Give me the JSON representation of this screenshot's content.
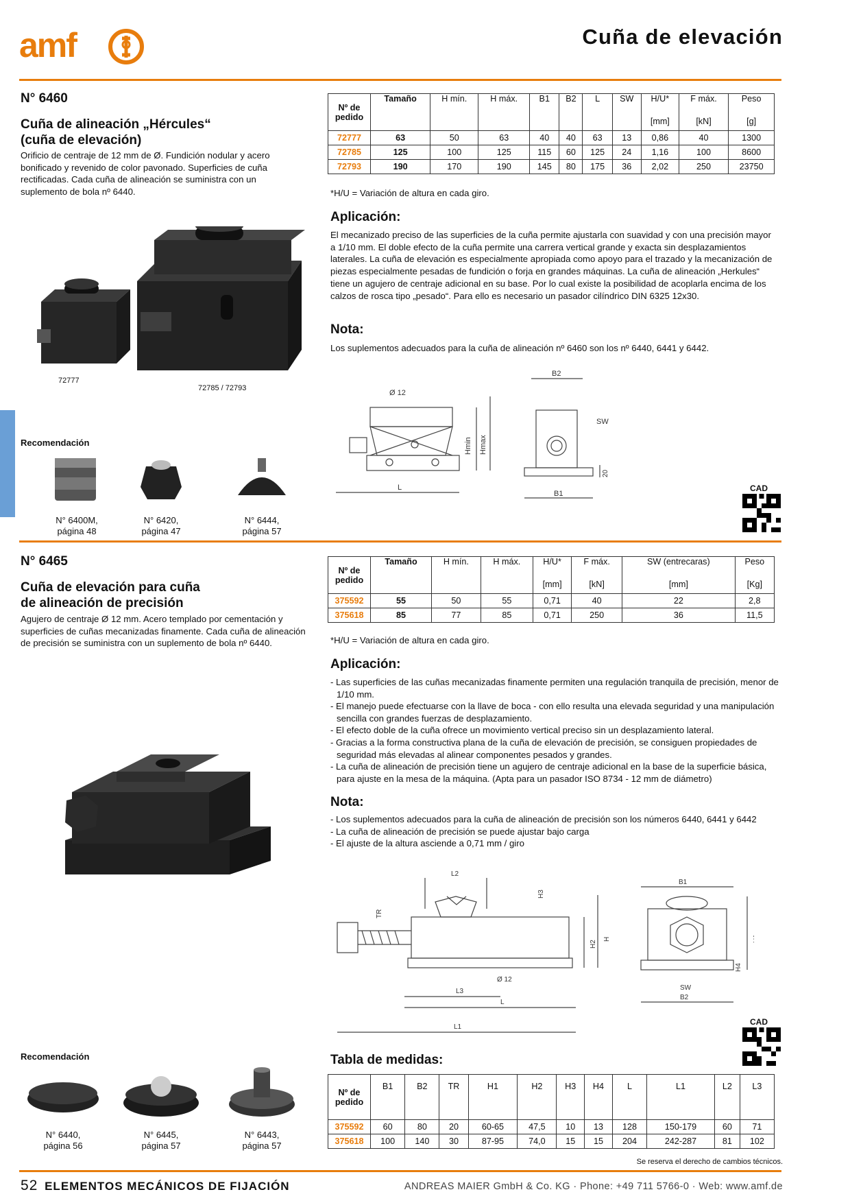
{
  "header": {
    "logo_text": "amf",
    "title": "Cuña de elevación",
    "accent": "#e87d0d",
    "side_tab_color": "#6a9fd6"
  },
  "p1": {
    "number": "N° 6460",
    "name_line1": "Cuña de alineación „Hércules“",
    "name_line2": "(cuña de elevación)",
    "description": "Orificio de centraje de 12 mm de Ø. Fundición nodular y acero bonificado y revenido de color pavonado. Superficies de cuña rectificadas. Cada cuña de alineación se suministra con un suplemento de bola nº 6440.",
    "photo_caption_small": "72777",
    "photo_caption_large": "72785 / 72793",
    "table": {
      "order_header": [
        "Nº de",
        "pedido"
      ],
      "headers": [
        "Tamaño",
        "H mín.",
        "H máx.",
        "B1",
        "B2",
        "L",
        "SW",
        "H/U*",
        "F máx.",
        "Peso"
      ],
      "units": [
        "",
        "",
        "",
        "",
        "",
        "",
        "",
        "[mm]",
        "[kN]",
        "[g]"
      ],
      "rows": [
        [
          "72777",
          "63",
          "50",
          "63",
          "40",
          "40",
          "63",
          "13",
          "0,86",
          "40",
          "1300"
        ],
        [
          "72785",
          "125",
          "100",
          "125",
          "115",
          "60",
          "125",
          "24",
          "1,16",
          "100",
          "8600"
        ],
        [
          "72793",
          "190",
          "170",
          "190",
          "145",
          "80",
          "175",
          "36",
          "2,02",
          "250",
          "23750"
        ]
      ],
      "footnote": "*H/U = Variación de altura en cada giro."
    },
    "app_title": "Aplicación:",
    "app_text": "El mecanizado preciso de las superficies de la cuña permite ajustarla con suavidad y con una precisión mayor a 1/10 mm. El doble efecto de la cuña permite una carrera vertical grande y exacta sin desplazamientos laterales. La cuña de elevación es especialmente apropiada como apoyo para el trazado y la mecanización de piezas especialmente pesadas de fundición o forja en grandes máquinas. La cuña de alineación „Herkules“ tiene un agujero de centraje adicional en su base. Por lo cual existe la posibilidad de acoplarla encima de los calzos de rosca tipo „pesado“. Para ello es necesario un pasador cilíndrico DIN 6325 12x30.",
    "note_title": "Nota:",
    "note_text": "Los suplementos adecuados para la cuña de alineación nº 6460 son los nº 6440, 6441 y 6442.",
    "drawing_labels": [
      "B2",
      "Ø 12",
      "SW",
      "Hmin",
      "Hmax",
      "20",
      "L",
      "B1"
    ],
    "rec_title": "Recomendación",
    "recs": [
      {
        "l1": "N° 6400M,",
        "l2": "página 48"
      },
      {
        "l1": "N° 6420,",
        "l2": "página 47"
      },
      {
        "l1": "N° 6444,",
        "l2": "página 57"
      }
    ],
    "cad": "CAD"
  },
  "p2": {
    "number": "N° 6465",
    "name_line1": "Cuña de elevación para cuña",
    "name_line2": "de alineación de precisión",
    "description": "Agujero de centraje Ø 12 mm. Acero templado por cementación y superficies de cuñas mecanizadas finamente. Cada cuña de alineación de precisión se suministra con un suplemento de bola nº 6440.",
    "table": {
      "order_header": [
        "Nº de",
        "pedido"
      ],
      "headers": [
        "Tamaño",
        "H mín.",
        "H máx.",
        "H/U*",
        "F máx.",
        "SW (entrecaras)",
        "Peso"
      ],
      "units": [
        "",
        "",
        "",
        "[mm]",
        "[kN]",
        "[mm]",
        "[Kg]"
      ],
      "rows": [
        [
          "375592",
          "55",
          "50",
          "55",
          "0,71",
          "40",
          "22",
          "2,8"
        ],
        [
          "375618",
          "85",
          "77",
          "85",
          "0,71",
          "250",
          "36",
          "11,5"
        ]
      ],
      "footnote": "*H/U = Variación de altura en cada giro."
    },
    "app_title": "Aplicación:",
    "app_items": [
      "- Las superficies de las cuñas mecanizadas finamente permiten una regulación tranquila de precisión, menor de 1/10 mm.",
      "- El manejo puede efectuarse con la llave de boca - con ello resulta una elevada seguridad y una manipulación sencilla con grandes fuerzas de desplazamiento.",
      "- El efecto doble de la cuña ofrece un movimiento vertical preciso sin un desplazamiento lateral.",
      "- Gracias a la forma constructiva plana de la cuña de elevación de precisión, se consiguen propiedades de seguridad más elevadas al alinear componentes pesados y grandes.",
      "- La cuña de alineación de precisión tiene un agujero de centraje adicional en la base de la superficie básica, para ajuste en la mesa de la máquina. (Apta para un pasador ISO 8734 - 12 mm de diámetro)"
    ],
    "note_title": "Nota:",
    "note_items": [
      "- Los suplementos adecuados para la cuña de alineación de precisión son los números 6440, 6441 y 6442",
      "- La cuña de alineación de precisión se puede ajustar bajo carga",
      "- El ajuste de la altura asciende a 0,71 mm / giro"
    ],
    "drawing_labels": [
      "L2",
      "H3",
      "TR",
      "H2",
      "H",
      "Ø 12",
      "L3",
      "L",
      "L1",
      "B1",
      "H1",
      "H4",
      "SW",
      "B2"
    ],
    "cad": "CAD",
    "dim_title": "Tabla de medidas:",
    "dim_table": {
      "order_header": [
        "Nº de",
        "pedido"
      ],
      "headers": [
        "B1",
        "B2",
        "TR",
        "H1",
        "H2",
        "H3",
        "H4",
        "L",
        "L1",
        "L2",
        "L3"
      ],
      "rows": [
        [
          "375592",
          "60",
          "80",
          "20",
          "60-65",
          "47,5",
          "10",
          "13",
          "128",
          "150-179",
          "60",
          "71"
        ],
        [
          "375618",
          "100",
          "140",
          "30",
          "87-95",
          "74,0",
          "15",
          "15",
          "204",
          "242-287",
          "81",
          "102"
        ]
      ]
    },
    "rec_title": "Recomendación",
    "recs": [
      {
        "l1": "N° 6440,",
        "l2": "página 56"
      },
      {
        "l1": "N° 6445,",
        "l2": "página 57"
      },
      {
        "l1": "N° 6443,",
        "l2": "página 57"
      }
    ]
  },
  "footer": {
    "disclaimer": "Se reserva el derecho de cambios técnicos.",
    "page": "52",
    "section": "ELEMENTOS MECÁNICOS DE FIJACIÓN",
    "company": "ANDREAS MAIER GmbH & Co. KG · Phone: +49 711 5766-0 · Web: www.amf.de"
  }
}
